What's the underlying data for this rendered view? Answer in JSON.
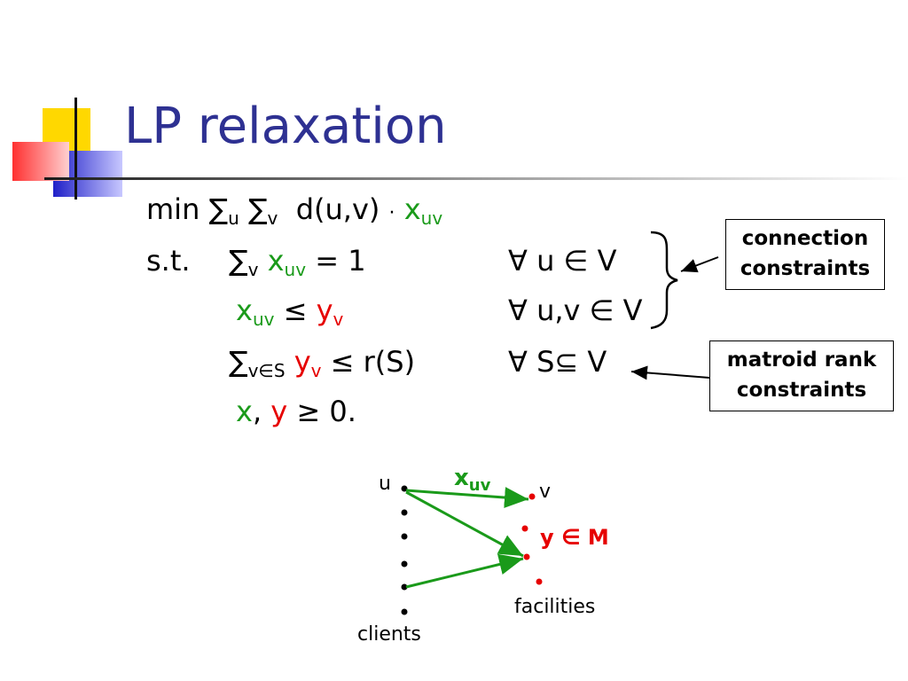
{
  "slide": {
    "title": "LP relaxation"
  },
  "lp": {
    "objective": {
      "min": "min",
      "sum1": "∑",
      "sub1": "u",
      "sum2": "∑",
      "sub2": "v",
      "term": "d(u,v)",
      "dot": "·",
      "x": "x",
      "x_sub": "uv"
    },
    "st": {
      "label": "s.t.",
      "sum": "∑",
      "sub": "v",
      "x": "x",
      "x_sub": "uv",
      "rhs": "= 1",
      "forall": "∀ u ∈ V"
    },
    "c2": {
      "x": "x",
      "x_sub": "uv",
      "leq": "≤",
      "y": "y",
      "y_sub": "v",
      "forall": "∀ u,v ∈ V"
    },
    "c3": {
      "sum": "∑",
      "sub": "v∈S",
      "y": "y",
      "y_sub": "v",
      "leq": "≤",
      "rhs": "r(S)",
      "forall": "∀ S⊆ V"
    },
    "c4": {
      "x": "x",
      "comma": ",",
      "y": "y",
      "rest": "≥ 0."
    }
  },
  "callouts": {
    "connection": {
      "line1": "connection",
      "line2": "constraints"
    },
    "matroid": {
      "line1": "matroid rank",
      "line2": "constraints"
    }
  },
  "diagram": {
    "u_label": "u",
    "v_label": "v",
    "x_label": "x",
    "x_sub": "uv",
    "y_label": "y ∈ M",
    "facilities_label": "facilities",
    "clients_label": "clients",
    "colors": {
      "green": "#1a9a1a",
      "red": "#e60000",
      "title": "#2e3192"
    }
  }
}
